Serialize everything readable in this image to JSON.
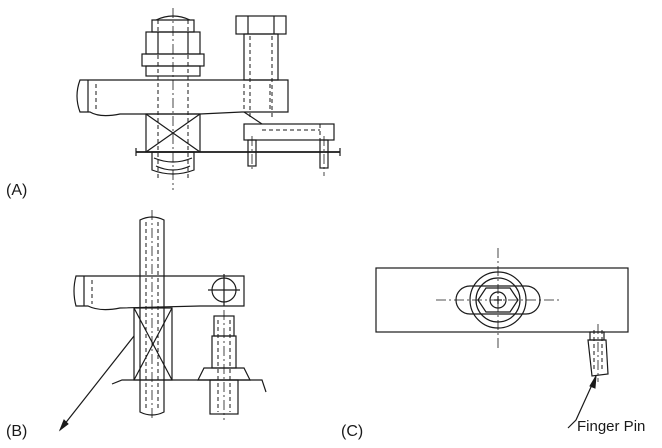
{
  "views": {
    "a": {
      "label": "(A)"
    },
    "b": {
      "label": "(B)"
    },
    "c": {
      "label": "(C)"
    }
  },
  "callouts": {
    "finger_pin": "Finger Pin"
  },
  "colors": {
    "ink": "#1a1a1a",
    "background": "#ffffff"
  }
}
